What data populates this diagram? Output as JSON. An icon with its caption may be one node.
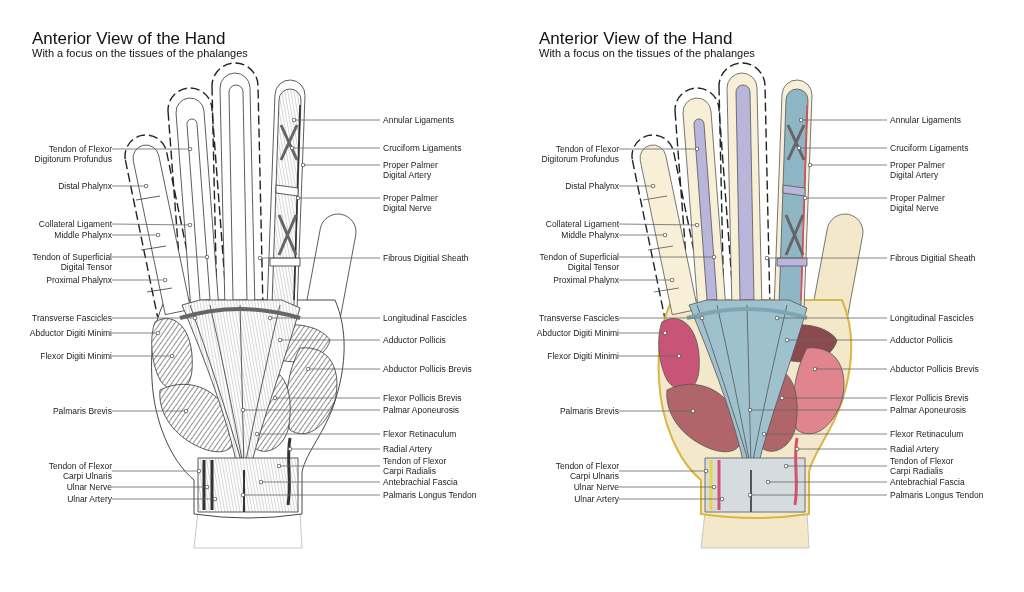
{
  "diagram": {
    "nodes": [
      {
        "text": [
          "Tendon of Flexor Digitorum Profundus"
        ]
      },
      {
        "text": [
          "Distal Phalynx"
        ]
      },
      {
        "text": [
          "Collateral Ligament"
        ]
      },
      {
        "text": [
          "Middle Phalynx"
        ]
      },
      {
        "text": [
          "Tendon of Superficial Digital Tensor"
        ]
      },
      {
        "text": [
          "Proximal Phalynx"
        ]
      },
      {
        "text": [
          "Transverse Fascicles"
        ]
      },
      {
        "text": [
          "Abductor Digiti Minimi"
        ]
      },
      {
        "text": [
          "Flexor Digiti Minimi"
        ]
      },
      {
        "text": [
          "Palmaris Brevis"
        ]
      },
      {
        "text": [
          "Tendon of Flexor Carpi Ulnaris"
        ]
      },
      {
        "text": [
          "Ulnar Nerve"
        ]
      },
      {
        "text": [
          "Ulnar Artery"
        ]
      },
      {
        "text": [
          "Annular Ligaments"
        ]
      },
      {
        "text": [
          "Cruciform Ligaments"
        ]
      },
      {
        "text": [
          "Proper Palmer Digital Artery"
        ]
      },
      {
        "text": [
          "Proper Palmer Digital Nerve"
        ]
      },
      {
        "text": [
          "Fibrous Digitial Sheath"
        ]
      },
      {
        "text": [
          "Longitudinal Fascicles"
        ]
      },
      {
        "text": [
          "Adductor Pollicis"
        ]
      },
      {
        "text": [
          "Abductor Pollicis Brevis"
        ]
      },
      {
        "text": [
          "Flexor Pollicis Brevis"
        ]
      },
      {
        "text": [
          "Palmar Aponeurosis"
        ]
      },
      {
        "text": [
          "Flexor Retinaculum"
        ]
      },
      {
        "text": [
          "Radial Artery"
        ]
      },
      {
        "text": [
          "Tendon of Flexor Carpi Radialis"
        ]
      },
      {
        "text": [
          "Antebrachial Fascia"
        ]
      },
      {
        "text": [
          "Palmaris Longus Tendon"
        ]
      },
      {
        "text": [
          "Tendon of Flexor Digitorum Profundus"
        ]
      },
      {
        "text": [
          "Distal Phalynx"
        ]
      },
      {
        "text": [
          "Collateral Ligament"
        ]
      },
      {
        "text": [
          "Middle Phalynx"
        ]
      },
      {
        "text": [
          "Tendon of Superficial Digital Tensor"
        ]
      },
      {
        "text": [
          "Proximal Phalynx"
        ]
      },
      {
        "text": [
          "Transverse Fascicles"
        ]
      },
      {
        "text": [
          "Abductor Digiti Minimi"
        ]
      },
      {
        "text": [
          "Flexor Digiti Minimi"
        ]
      },
      {
        "text": [
          "Palmaris Brevis"
        ]
      },
      {
        "text": [
          "Tendon of Flexor Carpi Ulnaris"
        ]
      },
      {
        "text": [
          "Ulnar Nerve"
        ]
      },
      {
        "text": [
          "Ulnar Artery"
        ]
      },
      {
        "text": [
          "Annular Ligaments"
        ]
      },
      {
        "text": [
          "Cruciform Ligaments"
        ]
      },
      {
        "text": [
          "Proper Palmer Digital Artery"
        ]
      },
      {
        "text": [
          "Proper Palmer Digital Nerve"
        ]
      },
      {
        "text": [
          "Fibrous Digitial Sheath"
        ]
      },
      {
        "text": [
          "Longitudinal Fascicles"
        ]
      },
      {
        "text": [
          "Adductor Pollicis"
        ]
      },
      {
        "text": [
          "Abductor Pollicis Brevis"
        ]
      },
      {
        "text": [
          "Flexor Pollicis Brevis"
        ]
      },
      {
        "text": [
          "Palmar Aponeurosis"
        ]
      },
      {
        "text": [
          "Flexor Retinaculum"
        ]
      },
      {
        "text": [
          "Radial Artery"
        ]
      },
      {
        "text": [
          "Tendon of Flexor Carpi Radialis"
        ]
      },
      {
        "text": [
          "Antebrachial Fascia"
        ]
      },
      {
        "text": [
          "Palmaris Longus Tendon"
        ]
      }
    ],
    "edges": [
      {
        "from": 0,
        "to": null,
        "arrow": "other"
      },
      {
        "from": 1,
        "to": null,
        "arrow": "other"
      },
      {
        "from": 2,
        "to": null,
        "arrow": "other"
      },
      {
        "from": 3,
        "to": null,
        "arrow": "other"
      },
      {
        "from": 4,
        "to": null,
        "arrow": "other"
      },
      {
        "from": 5,
        "to": null,
        "arrow": "other"
      },
      {
        "from": 6,
        "to": null,
        "arrow": "other"
      },
      {
        "from": 7,
        "to": null,
        "arrow": "other"
      },
      {
        "from": 8,
        "to": null,
        "arrow": "other"
      },
      {
        "from": 9,
        "to": null,
        "arrow": "other"
      },
      {
        "from": 10,
        "to": null,
        "arrow": "other"
      },
      {
        "from": 11,
        "to": null,
        "arrow": "other"
      },
      {
        "from": 12,
        "to": null,
        "arrow": "other"
      },
      {
        "from": 13,
        "to": null,
        "arrow": "other"
      },
      {
        "from": 14,
        "to": null,
        "arrow": "other"
      },
      {
        "from": 15,
        "to": null,
        "arrow": "other"
      },
      {
        "from": 16,
        "to": null,
        "arrow": "other"
      },
      {
        "from": 17,
        "to": null,
        "arrow": "other"
      },
      {
        "from": 18,
        "to": null,
        "arrow": "other"
      },
      {
        "from": 19,
        "to": null,
        "arrow": "other"
      },
      {
        "from": 20,
        "to": null,
        "arrow": "other"
      },
      {
        "from": 21,
        "to": null,
        "arrow": "other"
      },
      {
        "from": 22,
        "to": null,
        "arrow": "other"
      },
      {
        "from": 23,
        "to": null,
        "arrow": "other"
      },
      {
        "from": 24,
        "to": null,
        "arrow": "other"
      },
      {
        "from": 25,
        "to": null,
        "arrow": "other"
      },
      {
        "from": 26,
        "to": null,
        "arrow": "other"
      },
      {
        "from": 27,
        "to": null,
        "arrow": "other"
      },
      {
        "from": 28,
        "to": null,
        "arrow": "other"
      },
      {
        "from": 29,
        "to": null,
        "arrow": "other"
      },
      {
        "from": 30,
        "to": null,
        "arrow": "other"
      },
      {
        "from": 31,
        "to": null,
        "arrow": "other"
      },
      {
        "from": 32,
        "to": null,
        "arrow": "other"
      },
      {
        "from": 33,
        "to": null,
        "arrow": "other"
      },
      {
        "from": 34,
        "to": null,
        "arrow": "other"
      },
      {
        "from": 35,
        "to": null,
        "arrow": "other"
      },
      {
        "from": 36,
        "to": null,
        "arrow": "other"
      },
      {
        "from": 37,
        "to": null,
        "arrow": "other"
      },
      {
        "from": 38,
        "to": null,
        "arrow": "other"
      },
      {
        "from": 39,
        "to": null,
        "arrow": "other"
      },
      {
        "from": 40,
        "to": null,
        "arrow": "other"
      },
      {
        "from": 41,
        "to": null,
        "arrow": "other"
      },
      {
        "from": 42,
        "to": null,
        "arrow": "other"
      },
      {
        "from": 43,
        "to": null,
        "arrow": "other"
      },
      {
        "from": 44,
        "to": null,
        "arrow": "other"
      },
      {
        "from": 45,
        "to": null,
        "arrow": "other"
      },
      {
        "from": 46,
        "to": null,
        "arrow": "other"
      },
      {
        "from": 47,
        "to": null,
        "arrow": "other"
      },
      {
        "from": 48,
        "to": null,
        "arrow": "other"
      },
      {
        "from": 49,
        "to": null,
        "arrow": "other"
      },
      {
        "from": 50,
        "to": null,
        "arrow": "other"
      },
      {
        "from": 51,
        "to": null,
        "arrow": "other"
      },
      {
        "from": 52,
        "to": null,
        "arrow": "other"
      },
      {
        "from": 53,
        "to": null,
        "arrow": "other"
      },
      {
        "from": 54,
        "to": null,
        "arrow": "other"
      },
      {
        "from": 55,
        "to": null,
        "arrow": "other"
      }
    ],
    "labels": [
      "Anterior View of the Hand",
      "With a focus on the tissues of the phalanges",
      "Anterior View of the Hand",
      "With a focus on the tissues of the phalanges"
    ]
  }
}
